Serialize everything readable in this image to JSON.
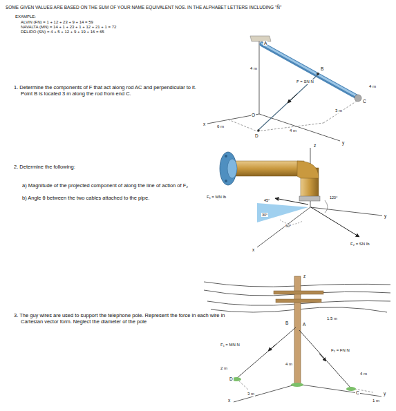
{
  "diagram": {
    "title": "SOME GIVEN VALUES ARE BASED ON THE SUM OF YOUR NAME EQUIVALENT NOS. IN THE ALPHABET LETTERS INCLUDING \"Ñ\"",
    "labels": [
      "EXAMPLE:",
      "ALVIN (FN) = 1 + 12 + 23 + 9 + 14 = 59",
      "NAVALTA (MN) = 14 + 1 + 23 + 1 + 12 + 21 + 1 = 72",
      "DELIRO (SN) = 4 + 5 + 12 + 9 + 19 + 16 = 65",
      "1. Determine the components of F that act along rod AC and perpendicular to it. Point B is located 3 m along the rod from end C.",
      "A",
      "4 m",
      "B",
      "F = SN N",
      "4 m",
      "C",
      "3 m",
      "O",
      "x",
      "6 m",
      "D",
      "4 m",
      "y",
      "2. Determine the following:",
      "a) Magnitude of the projected component of along the line of action of F₂",
      "b) Angle θ between the two cables attached to the pipe.",
      "z",
      "F₁ = MN lb",
      "45°",
      "30°",
      "120°",
      "60°",
      "x",
      "y",
      "F₂ = SN lb",
      "3. The guy wires are used to support the telephone pole. Represent the force in each wire in Cartesian vector form. Neglect the diameter of the pole",
      "z",
      "B",
      "A",
      "1.5 m",
      "F₁ = MN N",
      "F₂ = FN N",
      "4 m",
      "4 m",
      "2 m",
      "D",
      "3 m",
      "C",
      "1 m",
      "y",
      "x"
    ]
  }
}
